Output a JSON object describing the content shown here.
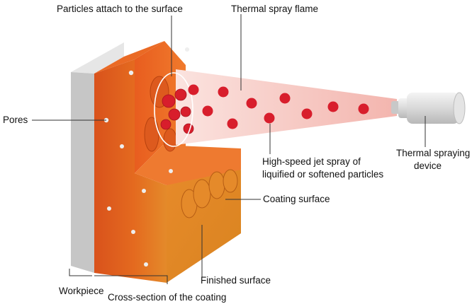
{
  "labels": {
    "particles_attach": "Particles attach to the surface",
    "flame": "Thermal spray flame",
    "pores": "Pores",
    "jet_line1": "High-speed jet spray of",
    "jet_line2": "liquified or softened particles",
    "device_line1": "Thermal spraying",
    "device_line2": "device",
    "coating_surface": "Coating surface",
    "finished_surface": "Finished surface",
    "workpiece": "Workpiece",
    "cross_section": "Cross-section of the coating"
  },
  "colors": {
    "coating_orange": "#e8641f",
    "coating_gold": "#e39a2a",
    "workpiece_grey": "#c8c8c8",
    "particle_red": "#d81e2c",
    "flame_pink": "#f6c9c4",
    "leader_line": "#333333"
  }
}
